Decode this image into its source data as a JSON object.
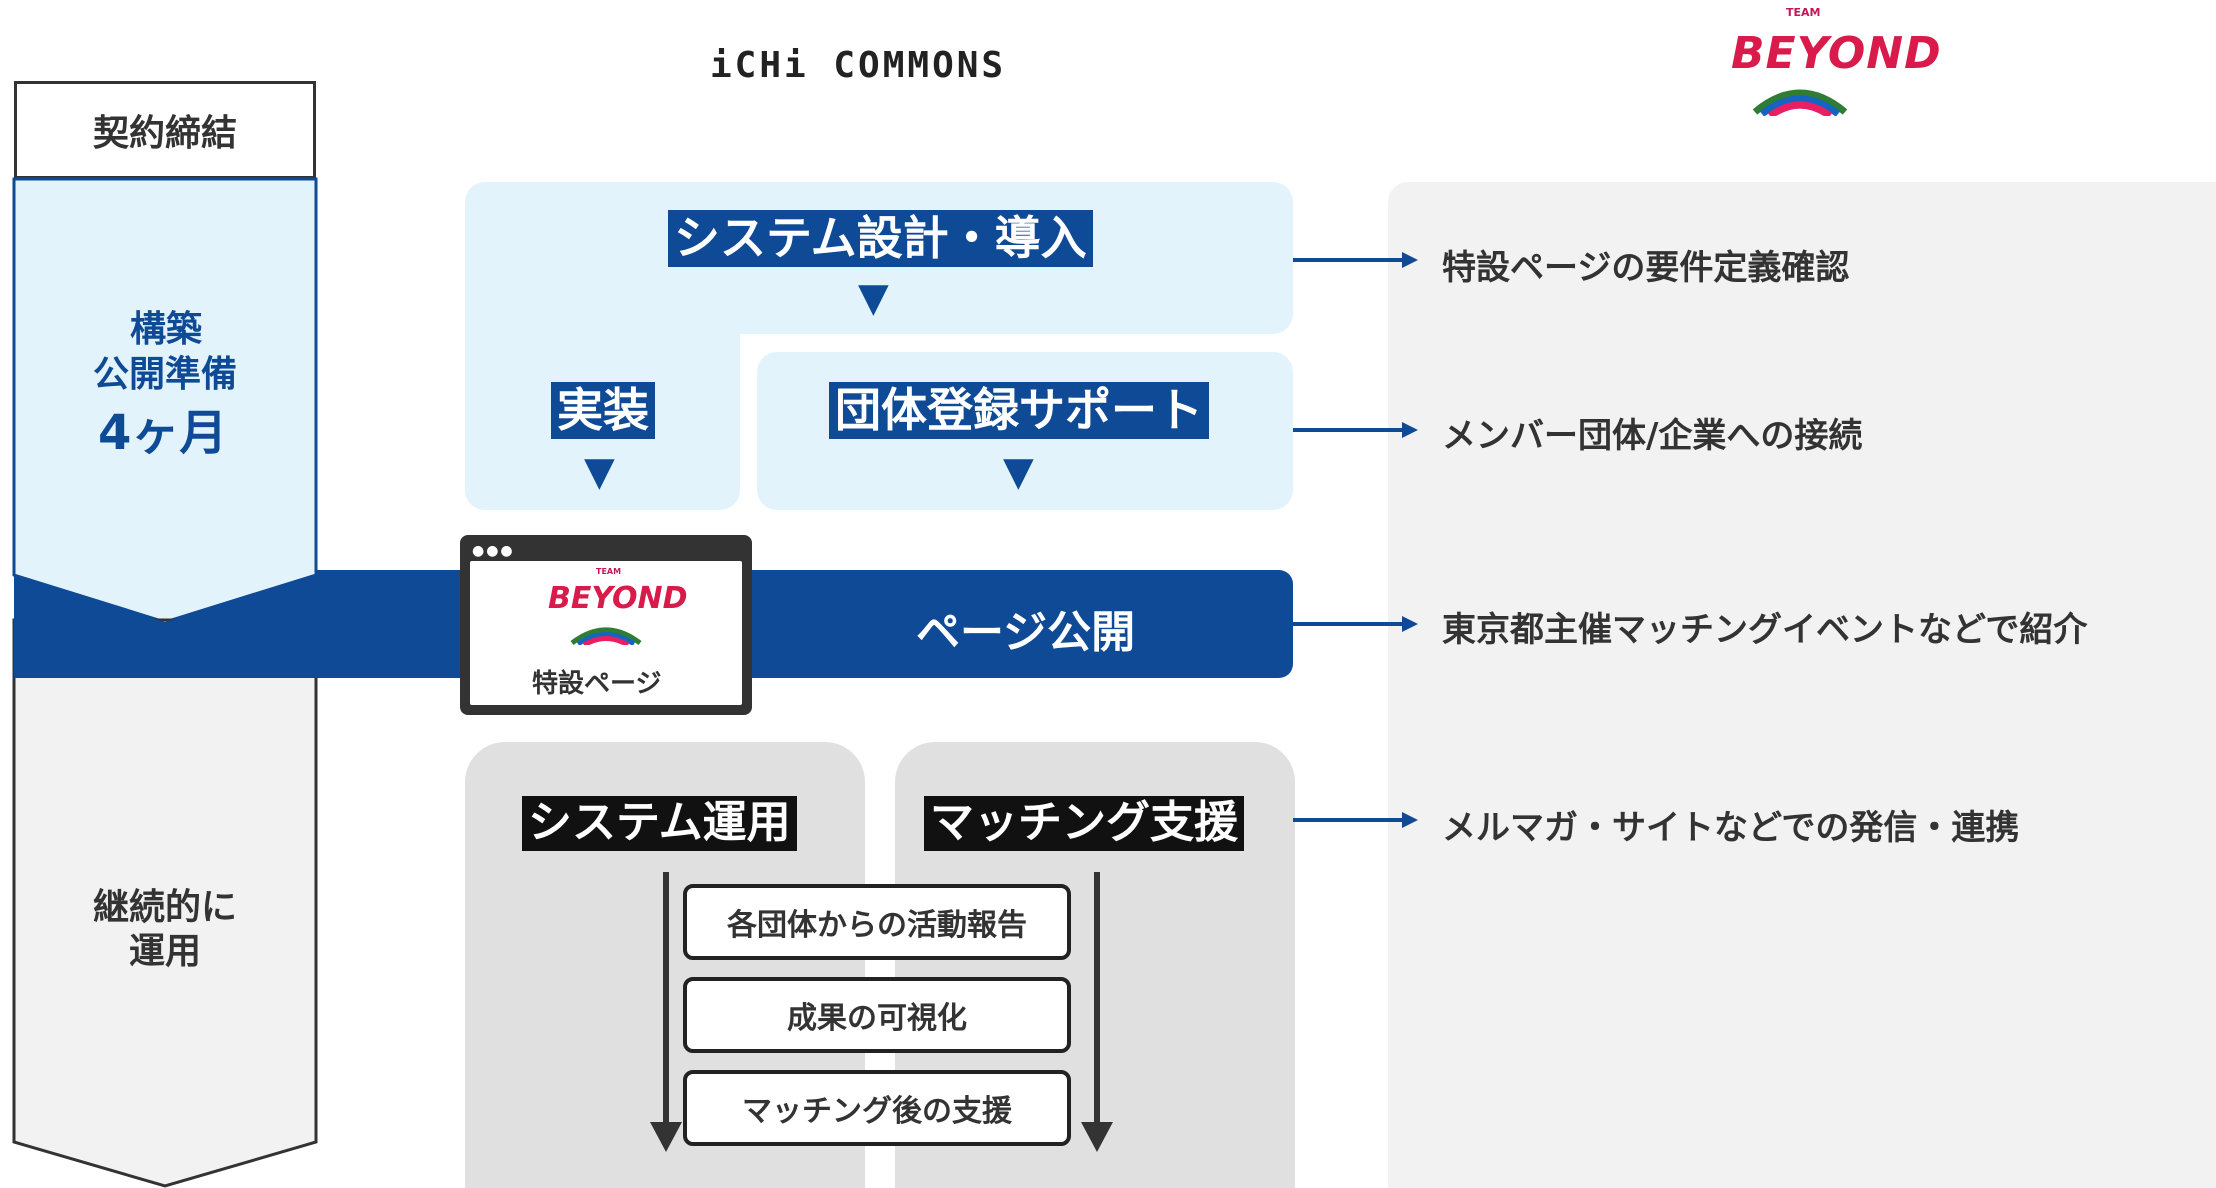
{
  "logos": {
    "ichi_commons": "iCHi COMMONS",
    "team_beyond_small": "TEAM",
    "team_beyond": "BEYOND"
  },
  "timeline": {
    "contract": "契約締結",
    "build_line1": "構築",
    "build_line2": "公開準備",
    "build_duration": "4ヶ月",
    "ongoing_line1": "継続的に",
    "ongoing_line2": "運用"
  },
  "center": {
    "system_design": "システム設計・導入",
    "implementation": "実装",
    "group_registration": "団体登録サポート",
    "page_publish": "ページ公開",
    "special_page_label": "特設ページ",
    "system_operation": "システム運用",
    "matching_support": "マッチング支援",
    "steps": [
      "各団体からの活動報告",
      "成果の可視化",
      "マッチング後の支援"
    ]
  },
  "right": {
    "items": [
      "特設ページの要件定義確認",
      "メンバー団体/企業への接続",
      "東京都主催マッチングイベントなどで紹介",
      "メルマガ・サイトなどでの発信・連携"
    ]
  },
  "colors": {
    "primary_blue": "#0e4a96",
    "light_blue": "#e3f3fc",
    "light_gray": "#f2f2f2",
    "card_gray": "#e0e0e0",
    "dark": "#222222"
  }
}
